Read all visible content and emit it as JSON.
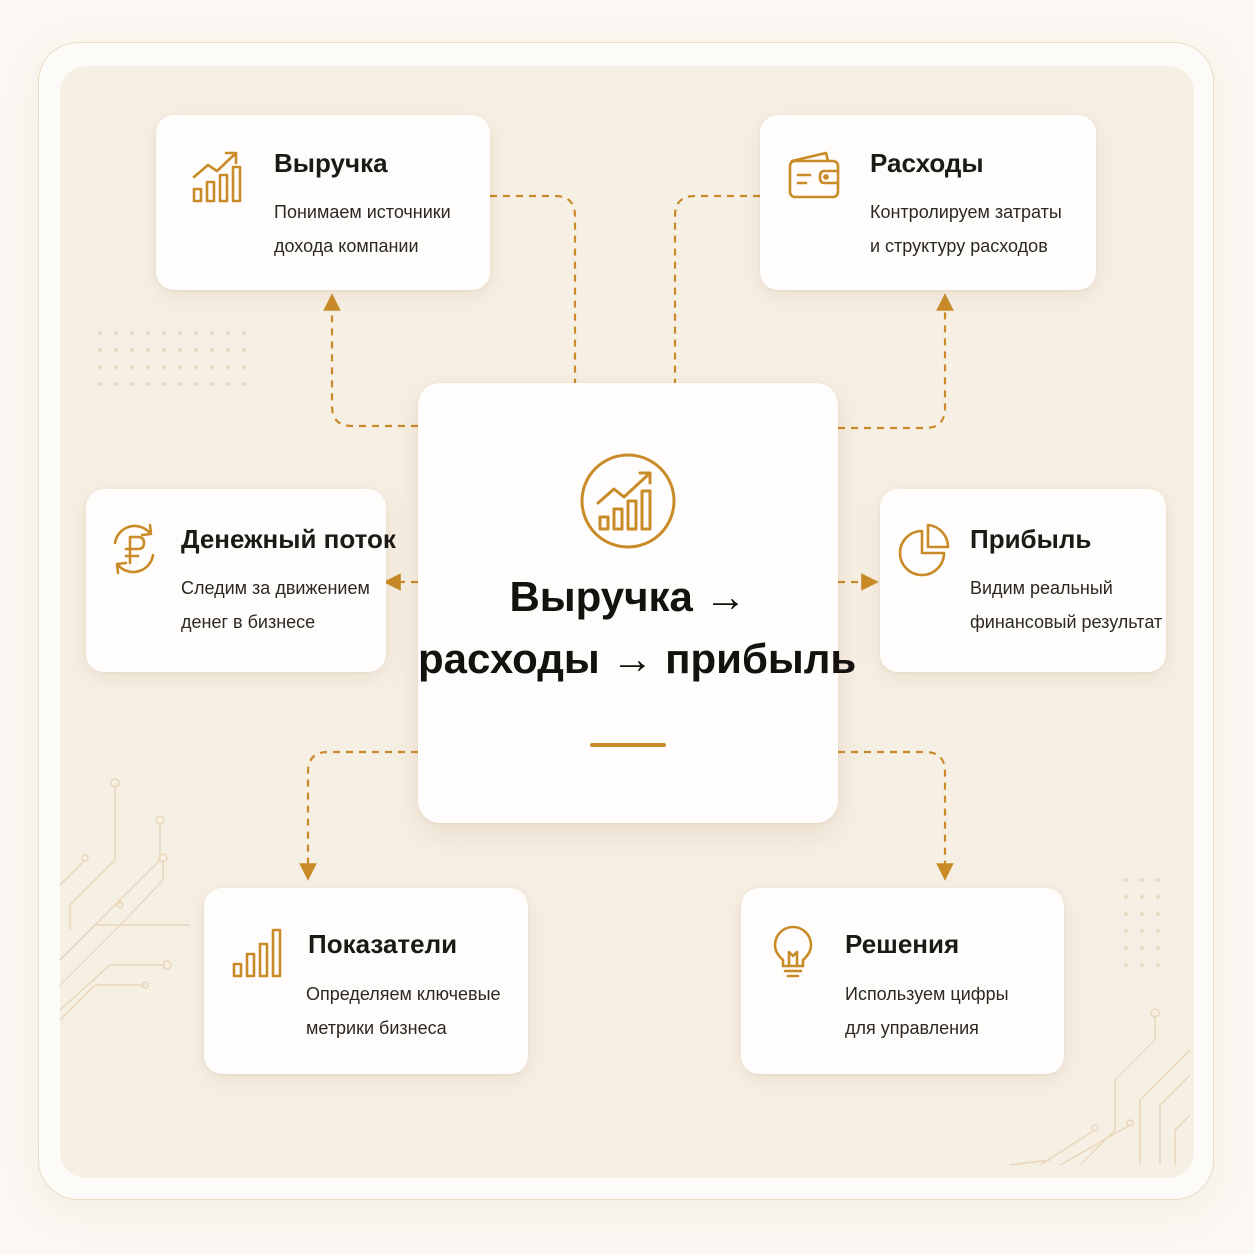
{
  "center": {
    "line1": "Выручка →",
    "line2": "расходы → прибыль",
    "icon": "growth-chart-circle-icon"
  },
  "cards": {
    "revenue": {
      "title": "Выручка",
      "desc1": "Понимаем источники",
      "desc2": "дохода компании",
      "icon": "bar-chart-up-icon"
    },
    "expenses": {
      "title": "Расходы",
      "desc1": "Контролируем затраты",
      "desc2": "и структуру расходов",
      "icon": "wallet-icon"
    },
    "cashflow": {
      "title": "Денежный поток",
      "desc1": "Следим за движением",
      "desc2": "денег в бизнесе",
      "icon": "ruble-cycle-icon"
    },
    "profit": {
      "title": "Прибыль",
      "desc1": "Видим реальный",
      "desc2": "финансовый результат",
      "icon": "pie-chart-icon"
    },
    "metrics": {
      "title": "Показатели",
      "desc1": "Определяем ключевые",
      "desc2": "метрики бизнеса",
      "icon": "bar-chart-icon"
    },
    "decisions": {
      "title": "Решения",
      "desc1": "Используем цифры",
      "desc2": "для управления",
      "icon": "lightbulb-icon"
    }
  },
  "colors": {
    "accent": "#c98b28",
    "background": "#f6efe4",
    "card": "#fffdfb",
    "text": "#1c1a17"
  }
}
